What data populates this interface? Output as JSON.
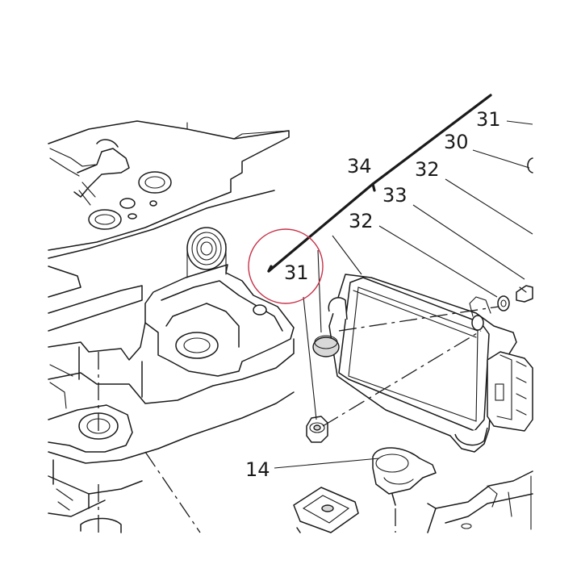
{
  "callouts": {
    "c31_top": "31",
    "c30": "30",
    "c34": "34",
    "c32_upper": "32",
    "c33": "33",
    "c32_lower": "32",
    "c31_left": "31",
    "c14": "14"
  },
  "colors": {
    "line": "#1a1a1a",
    "highlight_circle": "#c8324a",
    "background": "#ffffff"
  }
}
